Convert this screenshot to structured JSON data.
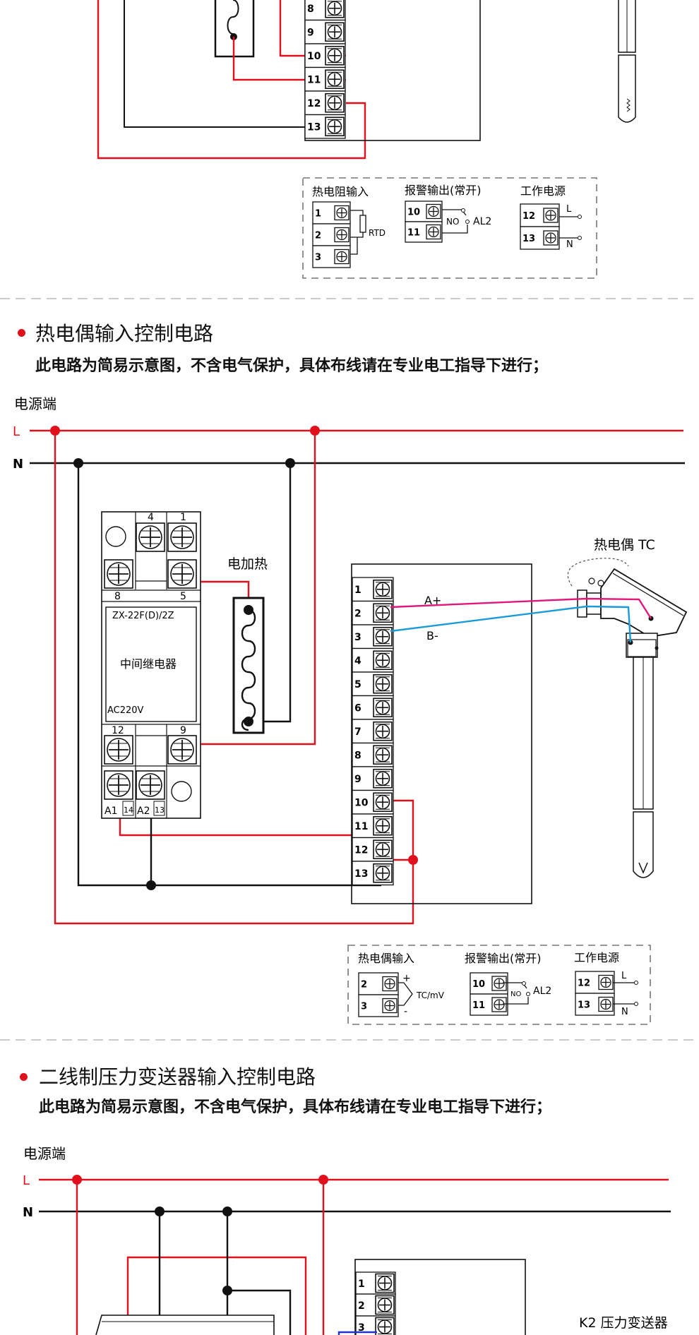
{
  "colors": {
    "live": "#e0101c",
    "neutral": "#111111",
    "tc_positive": "#e0187a",
    "tc_negative": "#1a9bd8",
    "bullet": "#e0101c",
    "divider": "#bbbbbb"
  },
  "top_section": {
    "terminal_numbers": [
      "8",
      "9",
      "10",
      "11",
      "12",
      "13"
    ],
    "legend": {
      "rtd_title": "热电阻输入",
      "rtd_terminals": [
        "1",
        "2",
        "3"
      ],
      "rtd_label": "RTD",
      "alarm_title": "报警输出(常开)",
      "alarm_terminals": [
        "10",
        "11"
      ],
      "alarm_no": "NO",
      "alarm_label": "AL2",
      "power_title": "工作电源",
      "power_terminals": [
        "12",
        "13"
      ],
      "power_l": "L",
      "power_n": "N"
    }
  },
  "thermocouple_section": {
    "title": "热电偶输入控制电路",
    "subtitle": "此电路为简易示意图，不含电气保护，具体布线请在专业电工指导下进行；",
    "power_label": "电源端",
    "line_l": "L",
    "line_n": "N",
    "relay": {
      "model": "ZX-22F(D)/2Z",
      "name": "中间继电器",
      "voltage": "AC220V",
      "top_terminals": [
        "4",
        "1"
      ],
      "mid_terminals": [
        "8",
        "5"
      ],
      "lower_terminals": [
        "12",
        "9"
      ],
      "coil_terminals": [
        "A1",
        "14",
        "A2",
        "13"
      ]
    },
    "heater_label": "电加热",
    "sensor_label": "热电偶 TC",
    "wire_plus": "A+",
    "wire_minus": "B-",
    "terminal_numbers": [
      "1",
      "2",
      "3",
      "4",
      "5",
      "6",
      "7",
      "8",
      "9",
      "10",
      "11",
      "12",
      "13"
    ],
    "legend": {
      "tc_title": "热电偶输入",
      "tc_terminals": [
        "2",
        "3"
      ],
      "tc_plus": "+",
      "tc_minus": "-",
      "tc_label": "TC/mV",
      "alarm_title": "报警输出(常开)",
      "alarm_terminals": [
        "10",
        "11"
      ],
      "alarm_no": "NO",
      "alarm_label": "AL2",
      "power_title": "工作电源",
      "power_terminals": [
        "12",
        "13"
      ],
      "power_l": "L",
      "power_n": "N"
    }
  },
  "pressure_section": {
    "title": "二线制压力变送器输入控制电路",
    "subtitle": "此电路为简易示意图，不含电气保护，具体布线请在专业电工指导下进行；",
    "power_label": "电源端",
    "line_l": "L",
    "line_n": "N",
    "terminal_numbers": [
      "1",
      "2",
      "3"
    ],
    "sensor_label": "K2 压力变送器"
  }
}
